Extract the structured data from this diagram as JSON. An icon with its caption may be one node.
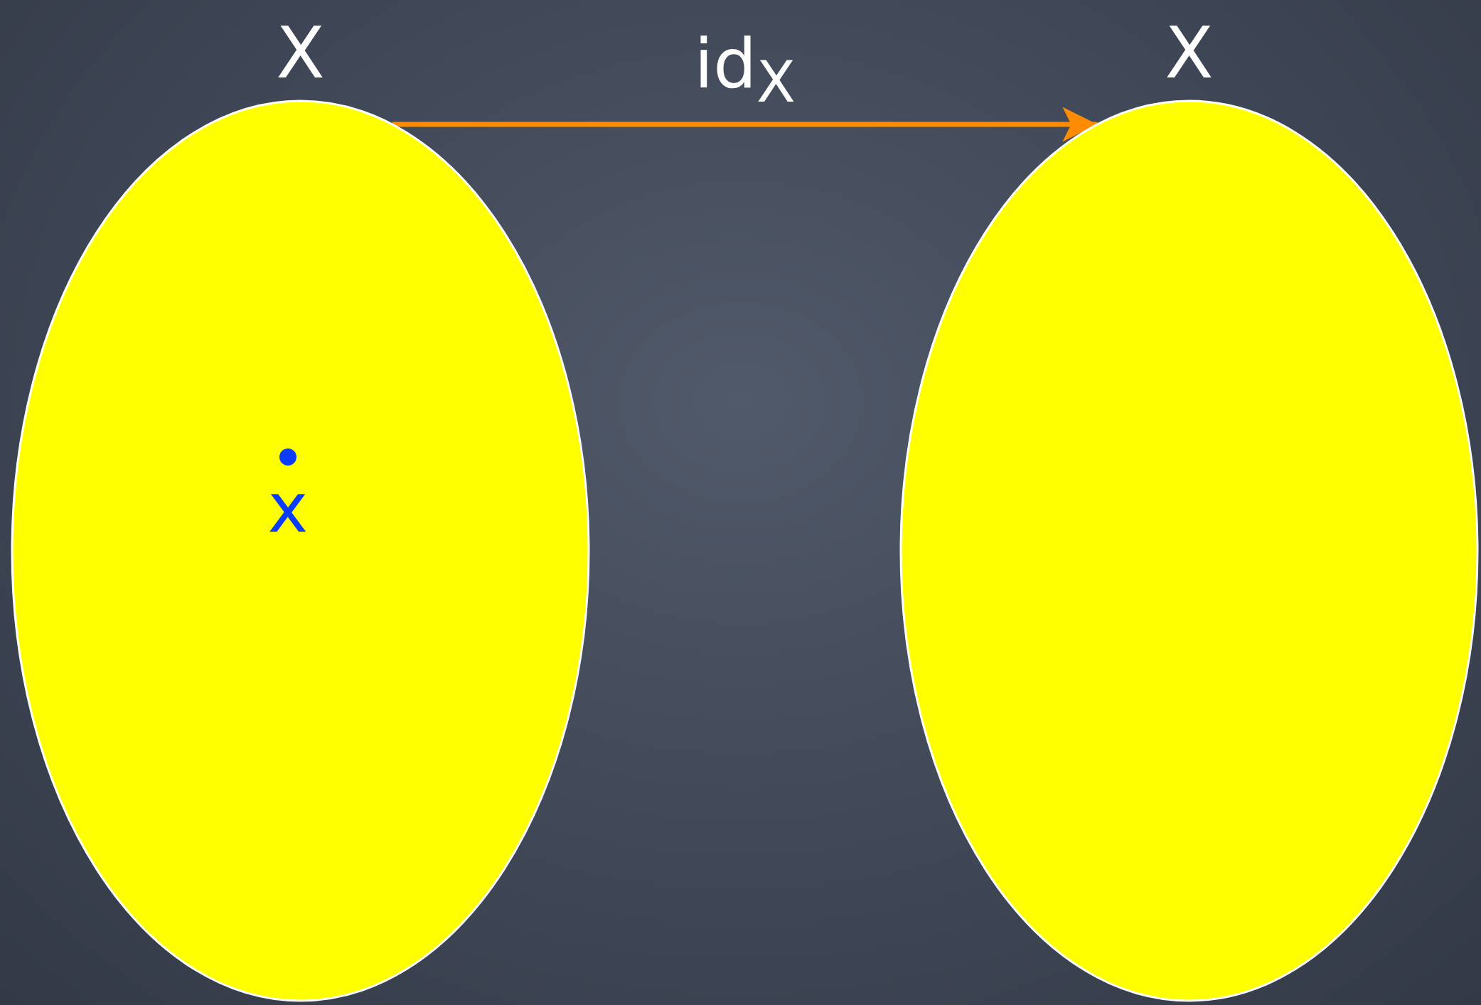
{
  "diagram": {
    "nodes": [
      {
        "text": [
          "X"
        ]
      },
      {
        "text": [
          "X"
        ]
      },
      {
        "text": [
          "x"
        ],
        "in": 0
      }
    ],
    "edges": [
      {
        "from": 0,
        "to": 1,
        "arrow": "to",
        "label": "id$_{X}$",
        "color": "#ff8c00"
      }
    ]
  }
}
